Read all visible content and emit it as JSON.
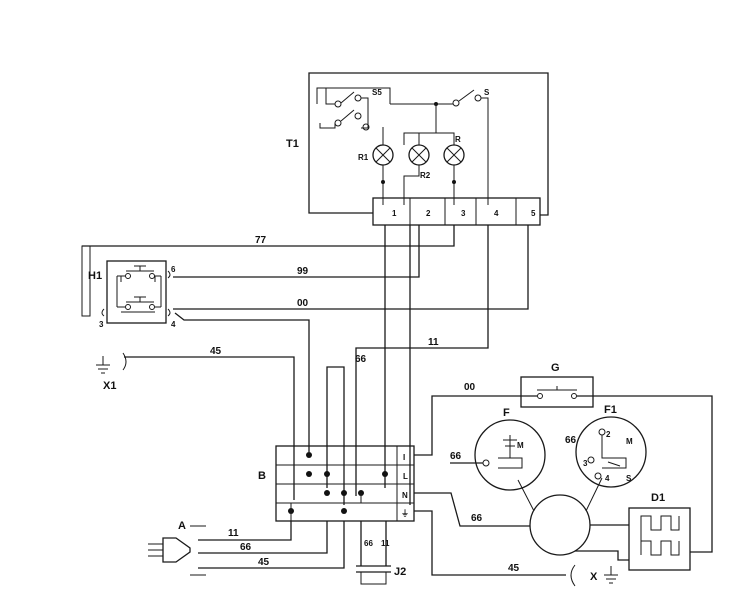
{
  "components": {
    "T1": "T1",
    "S5": "S5",
    "S": "S",
    "R1": "R1",
    "R2": "R2",
    "R": "R",
    "H1": "H1",
    "X1": "X1",
    "B": "B",
    "A": "A",
    "G": "G",
    "F": "F",
    "F1": "F1",
    "D1": "D1",
    "J2": "J2",
    "X": "X"
  },
  "t1_terminals": [
    "1",
    "2",
    "3",
    "4",
    "5"
  ],
  "h1_terminals": [
    "6",
    "3",
    "4"
  ],
  "f1_terminals": [
    "2",
    "3",
    "4",
    "M",
    "S"
  ],
  "f_marks": [
    "M"
  ],
  "b_rows": [
    "I",
    "L",
    "N",
    "⏚"
  ],
  "wires": {
    "w77": "77",
    "w99": "99",
    "w00_h1": "00",
    "w45_x1": "45",
    "w66_b": "66",
    "w11_b": "11",
    "w00_g": "00",
    "w66_f": "66",
    "w66_f1": "66",
    "w66_motor": "66",
    "w45_x": "45",
    "w11_plug": "11",
    "w66_plug": "66",
    "w45_plug": "45",
    "w66_j2": "66",
    "w11_j2": "11"
  }
}
